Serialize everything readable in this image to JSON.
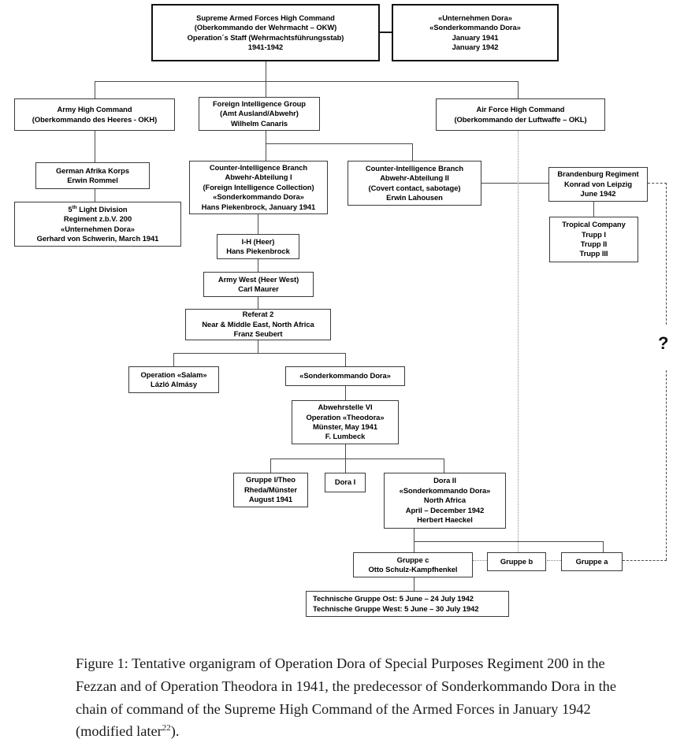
{
  "figure": {
    "caption_prefix": "Figure 1:",
    "caption_text": " Tentative organigram of Operation Dora of Special Purposes Regiment 200 in the Fezzan and of Operation Theodora in 1941, the predecessor of Sonderkommando Dora in the chain of command of the Supreme High Command of the Armed Forces in January 1942 (modified later",
    "caption_footnote": "22",
    "caption_suffix": ").",
    "unknown_marker": "?"
  },
  "nodes": {
    "okw": {
      "lines": [
        "Supreme Armed Forces High Command",
        "(Oberkommando der Wehrmacht – OKW)",
        "Operation´s Staff (Wehrmachtsführungsstab)",
        "1941-1942"
      ]
    },
    "dora_title": {
      "lines": [
        "«Unternehmen Dora»",
        "«Sonderkommando Dora»",
        "January 1941",
        "January 1942"
      ]
    },
    "okh": {
      "lines": [
        "Army High Command",
        "(Oberkommando des Heeres - OKH)"
      ]
    },
    "abwehr": {
      "lines": [
        "Foreign Intelligence Group",
        "(Amt Ausland/Abwehr)",
        "Wilhelm Canaris"
      ]
    },
    "okl": {
      "lines": [
        "Air Force High Command",
        "(Oberkommando der Luftwaffe – OKL)"
      ]
    },
    "dak": {
      "lines": [
        "German Afrika Korps",
        "Erwin Rommel"
      ]
    },
    "abt1": {
      "lines": [
        "Counter-Intelligence Branch",
        "Abwehr-Abteilung I",
        "(Foreign Intelligence Collection)",
        "«Sonderkommando Dora»",
        "Hans Piekenbrock, January 1941"
      ]
    },
    "abt2": {
      "lines": [
        "Counter-Intelligence Branch",
        "Abwehr-Abteilung II",
        "(Covert contact, sabotage)",
        "Erwin Lahousen"
      ]
    },
    "brandenburg": {
      "lines": [
        "Brandenburg Regiment",
        "Konrad von Leipzig",
        "June 1942"
      ]
    },
    "div5": {
      "line1_pre": "5",
      "line1_sup": "th",
      "line1_post": " Light Division",
      "lines": [
        "Regiment z.b.V. 200",
        "«Unternehmen Dora»",
        "Gerhard von Schwerin, March 1941"
      ]
    },
    "tropical": {
      "lines": [
        "Tropical Company",
        "Trupp I",
        "Trupp II",
        "Trupp III"
      ]
    },
    "ih": {
      "lines": [
        "I-H (Heer)",
        "Hans Piekenbrock"
      ]
    },
    "armywest": {
      "lines": [
        "Army West (Heer West)",
        "Carl Maurer"
      ]
    },
    "referat2": {
      "lines": [
        "Referat 2",
        "Near & Middle East, North Africa",
        "Franz Seubert"
      ]
    },
    "salam": {
      "lines": [
        "Operation «Salam»",
        "Lázló Almásy"
      ]
    },
    "sonderkommando": {
      "lines": [
        "«Sonderkommando Dora»"
      ]
    },
    "abwehrstelle": {
      "lines": [
        "Abwehrstelle VI",
        "Operation «Theodora»",
        "Münster, May 1941",
        "F. Lumbeck"
      ]
    },
    "gruppe_i_theo": {
      "lines": [
        "Gruppe I/Theo",
        "Rheda/Münster",
        "August 1941"
      ]
    },
    "dora_i": {
      "lines": [
        "Dora I"
      ]
    },
    "dora_ii": {
      "lines": [
        "Dora II",
        "«Sonderkommando Dora»",
        "North Africa",
        "April – December 1942",
        "Herbert Haeckel"
      ]
    },
    "gruppe_c": {
      "lines": [
        "Gruppe c",
        "Otto Schulz-Kampfhenkel"
      ]
    },
    "gruppe_b": {
      "lines": [
        "Gruppe b"
      ]
    },
    "gruppe_a": {
      "lines": [
        "Gruppe a"
      ]
    },
    "technische": {
      "lines": [
        "Technische Gruppe Ost:   5 June – 24 July 1942",
        "Technische Gruppe West: 5 June – 30 July 1942"
      ]
    }
  },
  "chart_data": {
    "type": "diagram",
    "title": "Tentative organigram of Operation Dora",
    "edges": [
      {
        "from": "okw",
        "to": "dora_title",
        "style": "solid"
      },
      {
        "from": "okw",
        "to": "okh",
        "style": "solid"
      },
      {
        "from": "okw",
        "to": "abwehr",
        "style": "solid"
      },
      {
        "from": "okw",
        "to": "okl",
        "style": "solid"
      },
      {
        "from": "okh",
        "to": "dak",
        "style": "solid"
      },
      {
        "from": "dak",
        "to": "div5",
        "style": "solid"
      },
      {
        "from": "abwehr",
        "to": "abt1",
        "style": "solid"
      },
      {
        "from": "abwehr",
        "to": "abt2",
        "style": "solid"
      },
      {
        "from": "abt2",
        "to": "brandenburg",
        "style": "solid"
      },
      {
        "from": "brandenburg",
        "to": "tropical",
        "style": "solid"
      },
      {
        "from": "abt1",
        "to": "ih",
        "style": "solid"
      },
      {
        "from": "ih",
        "to": "armywest",
        "style": "solid"
      },
      {
        "from": "armywest",
        "to": "referat2",
        "style": "solid"
      },
      {
        "from": "referat2",
        "to": "salam",
        "style": "solid"
      },
      {
        "from": "referat2",
        "to": "sonderkommando",
        "style": "solid"
      },
      {
        "from": "sonderkommando",
        "to": "abwehrstelle",
        "style": "solid"
      },
      {
        "from": "abwehrstelle",
        "to": "gruppe_i_theo",
        "style": "solid"
      },
      {
        "from": "abwehrstelle",
        "to": "dora_i",
        "style": "solid"
      },
      {
        "from": "abwehrstelle",
        "to": "dora_ii",
        "style": "solid"
      },
      {
        "from": "dora_ii",
        "to": "gruppe_c",
        "style": "solid"
      },
      {
        "from": "dora_ii",
        "to": "gruppe_a",
        "style": "solid"
      },
      {
        "from": "gruppe_c",
        "to": "technische",
        "style": "solid"
      },
      {
        "from": "gruppe_c",
        "to": "gruppe_b",
        "style": "dotted"
      },
      {
        "from": "gruppe_b",
        "to": "gruppe_a",
        "style": "dotted"
      },
      {
        "from": "okl",
        "to": "gruppe_b",
        "style": "dotted"
      },
      {
        "from": "brandenburg",
        "to": "gruppe_a",
        "style": "dash-dot",
        "note": "uncertain link marked with ?"
      }
    ]
  }
}
